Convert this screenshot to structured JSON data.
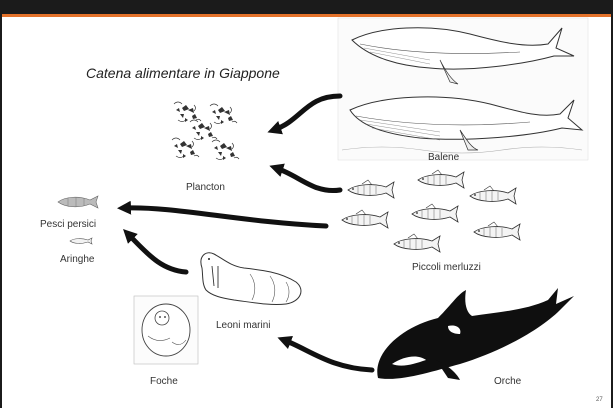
{
  "slide": {
    "title": "Catena alimentare in Giappone",
    "page_number": "27"
  },
  "nodes": {
    "balene": "Balene",
    "plancton": "Plancton",
    "piccoli_merluzzi": "Piccoli merluzzi",
    "pesci_persici": "Pesci persici",
    "aringhe": "Aringhe",
    "leoni_marini": "Leoni marini",
    "foche": "Foche",
    "orche": "Orche"
  },
  "colors": {
    "header_bar": "#1b1b1b",
    "accent_stripe": "#e4722a",
    "arrow": "#111111"
  }
}
